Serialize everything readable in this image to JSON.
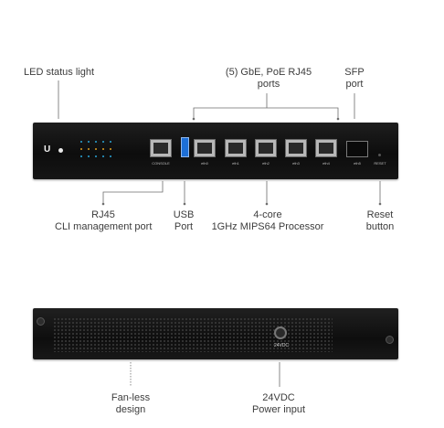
{
  "labels": {
    "led": "LED status light",
    "ports_line1": "(5) GbE, PoE RJ45",
    "ports_line2": "ports",
    "sfp_line1": "SFP",
    "sfp_line2": "port",
    "rj45_line1": "RJ45",
    "rj45_line2": "CLI management port",
    "usb_line1": "USB",
    "usb_line2": "Port",
    "cpu_line1": "4-core",
    "cpu_line2": "1GHz MIPS64 Processor",
    "reset_line1": "Reset",
    "reset_line2": "button",
    "fan_line1": "Fan-less",
    "fan_line2": "design",
    "power_line1": "24VDC",
    "power_line2": "Power input"
  },
  "device_front": {
    "logo": "U",
    "console_label": "CONSOLE",
    "eth_labels": [
      "eth0",
      "eth1",
      "eth2",
      "eth3",
      "eth4"
    ],
    "sfp_label": "eth5",
    "reset_label": "RESET"
  },
  "device_back": {
    "power_label": "24VDC"
  },
  "colors": {
    "chassis": "#141414",
    "led_blue": "#2aa6d8",
    "usb_blue": "#1d6fd6",
    "leader_line": "#6d6d6d"
  }
}
